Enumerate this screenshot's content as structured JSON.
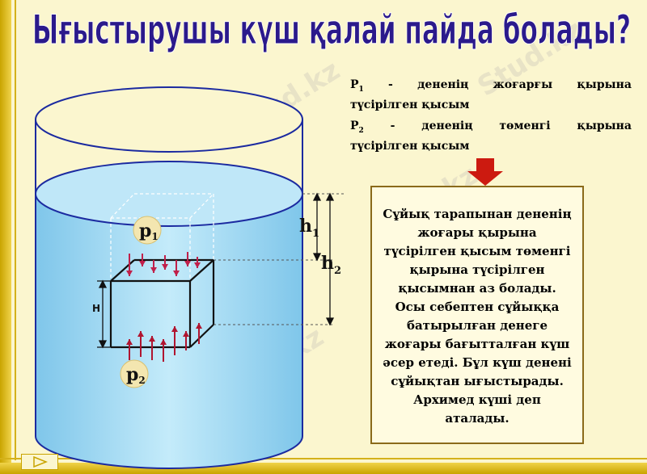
{
  "title": "Ығыстырушы күш қалай пайда болады?",
  "watermark": "Stud.kz",
  "legend": [
    {
      "symbol": "P",
      "sub": "1",
      "dash": "-",
      "w1": "дененің",
      "w2": "жоғарғы",
      "w3": "қырына",
      "rest": "түсірілген қысым"
    },
    {
      "symbol": "P",
      "sub": "2",
      "dash": "-",
      "w1": "дененің",
      "w2": "төменгі",
      "w3": "қырына",
      "rest": "түсірілген қысым"
    }
  ],
  "info_text": "Сұйық тарапынан дененің жоғары қырына түсірілген қысым төменгі қырына түсірілген қысымнан аз болады. Осы себептен сұйыққа батырылған денеге жоғары бағытталған күш әсер етеді. Бұл күш денені сұйықтан ығыстырады. Архимед күші деп аталады.",
  "labels": {
    "p1": "p",
    "p1_sub": "1",
    "p2": "p",
    "p2_sub": "2",
    "h1": "h",
    "h1_sub": "1",
    "h2": "h",
    "h2_sub": "2",
    "H": "H"
  },
  "colors": {
    "title": "#2b1a8c",
    "water": "#a9dcf3",
    "vessel_outline": "#1b2aa0",
    "arrow_top": "#c0204a",
    "arrow_bottom": "#b01530",
    "indicator_arrow": "#cc1a10",
    "info_border": "#8a6a1a"
  }
}
